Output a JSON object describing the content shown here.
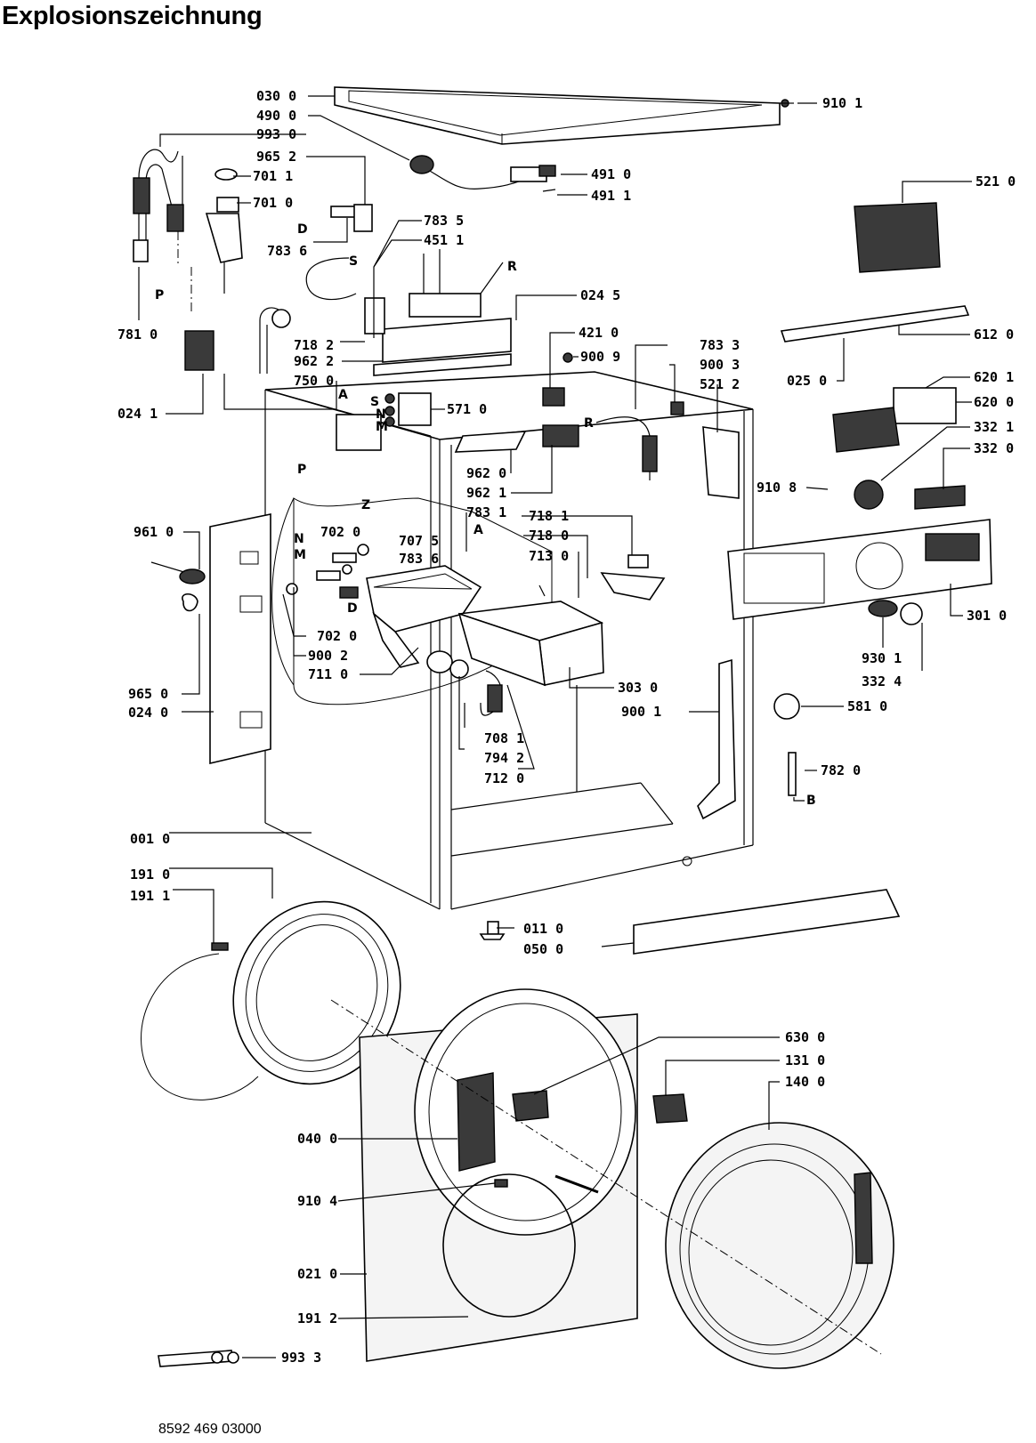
{
  "title": "Explosionszeichnung",
  "footer": "8592 469 03000",
  "labels": [
    "030 0",
    "490 0",
    "993 0",
    "965 2",
    "701 1",
    "701 0",
    "783 5",
    "451 1",
    "783 6",
    "781 0",
    "024 5",
    "718 2",
    "962 2",
    "750 0",
    "024 1",
    "421 0",
    "900 9",
    "783 3",
    "900 3",
    "521 2",
    "571 0",
    "962 0",
    "962 1",
    "783 1",
    "961 0",
    "702 0",
    "707 5",
    "783 6",
    "718 1",
    "718 0",
    "713 0",
    "702 0",
    "900 2",
    "711 0",
    "303 0",
    "965 0",
    "024 0",
    "900 1",
    "708 1",
    "794 2",
    "712 0",
    "001 0",
    "191 0",
    "191 1",
    "011 0",
    "050 0",
    "630 0",
    "131 0",
    "140 0",
    "040 0",
    "910 4",
    "021 0",
    "191 2",
    "993 3",
    "910 1",
    "491 0",
    "491 1",
    "521 0",
    "612 0",
    "025 0",
    "620 1",
    "620 0",
    "332 1",
    "332 0",
    "910 8",
    "301 0",
    "930 1",
    "332 4",
    "581 0",
    "782 0"
  ],
  "letters": [
    "D",
    "S",
    "P",
    "R",
    "A",
    "S",
    "N",
    "M",
    "P",
    "Z",
    "R",
    "A",
    "N",
    "M",
    "D",
    "B"
  ]
}
